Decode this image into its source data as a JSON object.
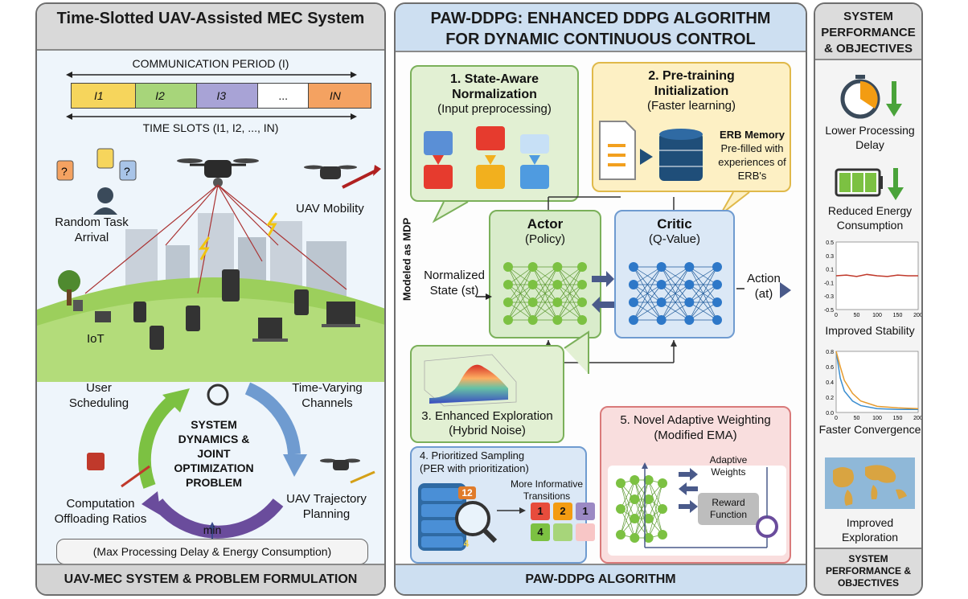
{
  "left": {
    "title": "Time-Slotted UAV-Assisted MEC System",
    "comm_period": "COMMUNICATION PERIOD (I)",
    "slots": [
      "I1",
      "I2",
      "I3",
      "...",
      "IN"
    ],
    "time_slots": "TIME SLOTS (I1, I2, ..., IN)",
    "random_task": "Random Task Arrival",
    "uav_mobility": "UAV Mobility",
    "iot": "IoT",
    "user_scheduling": "User Scheduling",
    "time_varying": "Time-Varying Channels",
    "center": "SYSTEM DYNAMICS & JOINT OPTIMIZATION PROBLEM",
    "offloading": "Computation Offloading Ratios",
    "trajectory": "UAV Trajectory Planning",
    "min": "min",
    "objective": "(Max Processing Delay & Energy Consumption)",
    "footer": "UAV-MEC SYSTEM & PROBLEM FORMULATION"
  },
  "middle": {
    "title": "PAW-DDPG: ENHANCED DDPG ALGORITHM FOR DYNAMIC CONTINUOUS CONTROL",
    "box1_title": "1. State-Aware Normalization",
    "box1_sub": "(Input preprocessing)",
    "box2_title": "2. Pre-training Initialization",
    "box2_sub": "(Faster learning)",
    "erb_title": "ERB Memory",
    "erb_text": "Pre-filled with experiences of ERB's",
    "mdp": "Modeled as MDP",
    "state": "Normalized State (st)",
    "actor": "Actor",
    "actor_sub": "(Policy)",
    "critic": "Critic",
    "critic_sub": "(Q-Value)",
    "action": "Action (at)",
    "box3_title": "3. Enhanced Exploration",
    "box3_sub": "(Hybrid Noise)",
    "box4_title": "4. Prioritized Sampling",
    "box4_sub": "(PER with prioritization)",
    "more_info": "More Informative Transitions",
    "transitions": [
      "1",
      "2",
      "1",
      "4",
      "",
      "",
      ""
    ],
    "db_top": "12",
    "db_bottom": "4",
    "box5_title": "5. Novel Adaptive Weighting",
    "box5_sub": "(Modified EMA)",
    "adaptive": "Adaptive Weights",
    "reward": "Reward Function",
    "footer": "PAW-DDPG ALGORITHM"
  },
  "right": {
    "title": "SYSTEM PERFORMANCE & OBJECTIVES",
    "delay": "Lower Processing Delay",
    "energy": "Reduced Energy Consumption",
    "stability": "Improved Stability",
    "convergence": "Faster Convergence",
    "exploration": "Improved Exploration",
    "footer": "SYSTEM PERFORMANCE & OBJECTIVES",
    "stab_yticks": [
      "0.5",
      "0.3",
      "0.1",
      "-0.1",
      "-0.3",
      "-0.5"
    ],
    "stab_xticks": [
      "0",
      "50",
      "100",
      "150",
      "200"
    ],
    "conv_yticks": [
      "0.8",
      "0.6",
      "0.4",
      "0.2",
      "0.0"
    ],
    "conv_xticks": [
      "0",
      "50",
      "100",
      "150",
      "200"
    ]
  },
  "chart_data": [
    {
      "type": "line",
      "title": "",
      "xlim": [
        0,
        200
      ],
      "ylim": [
        -0.5,
        0.5
      ],
      "x": [
        0,
        25,
        50,
        75,
        100,
        125,
        150,
        175,
        200
      ],
      "series": [
        {
          "values": [
            0,
            0.01,
            -0.01,
            0.02,
            0,
            -0.01,
            0.01,
            0,
            0
          ]
        }
      ]
    },
    {
      "type": "line",
      "title": "",
      "xlim": [
        0,
        200
      ],
      "ylim": [
        0,
        0.8
      ],
      "x": [
        0,
        10,
        20,
        40,
        60,
        100,
        150,
        200
      ],
      "series": [
        {
          "values": [
            0.8,
            0.45,
            0.28,
            0.15,
            0.09,
            0.05,
            0.04,
            0.04
          ]
        },
        {
          "values": [
            0.8,
            0.6,
            0.42,
            0.25,
            0.15,
            0.08,
            0.06,
            0.05
          ]
        }
      ]
    }
  ],
  "colors": {
    "slot1": "#f6d55c",
    "slot2": "#a7d57a",
    "slot3": "#a8a3d6",
    "slot5": "#f4a261",
    "green_box": "#e2f0d3",
    "yellow_box": "#fdf0c4",
    "blue_box": "#dbe8f6",
    "red_box": "#f9dede",
    "green_stroke": "#7bb05a",
    "yellow_stroke": "#e0b94a",
    "blue_stroke": "#6f9bd0",
    "red_stroke": "#d97a7a"
  }
}
